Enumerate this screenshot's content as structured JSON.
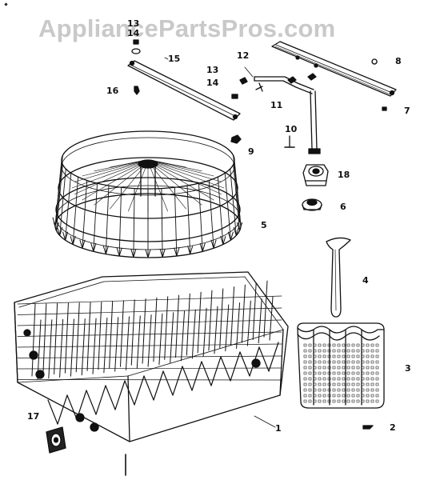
{
  "watermark": "AppliancePartsPros.com",
  "callouts": {
    "c1": "1",
    "c2": "2",
    "c3": "3",
    "c4": "4",
    "c5": "5",
    "c6": "6",
    "c7": "7",
    "c8": "8",
    "c9": "9",
    "c10": "10",
    "c11": "11",
    "c12": "12",
    "c13a": "13",
    "c13b": "13",
    "c14a": "14",
    "c14b": "14",
    "c15": "15",
    "c16": "16",
    "c17": "17",
    "c18": "18"
  },
  "colors": {
    "ink": "#111111",
    "watermark": "#c9c9c9",
    "background": "#ffffff"
  }
}
